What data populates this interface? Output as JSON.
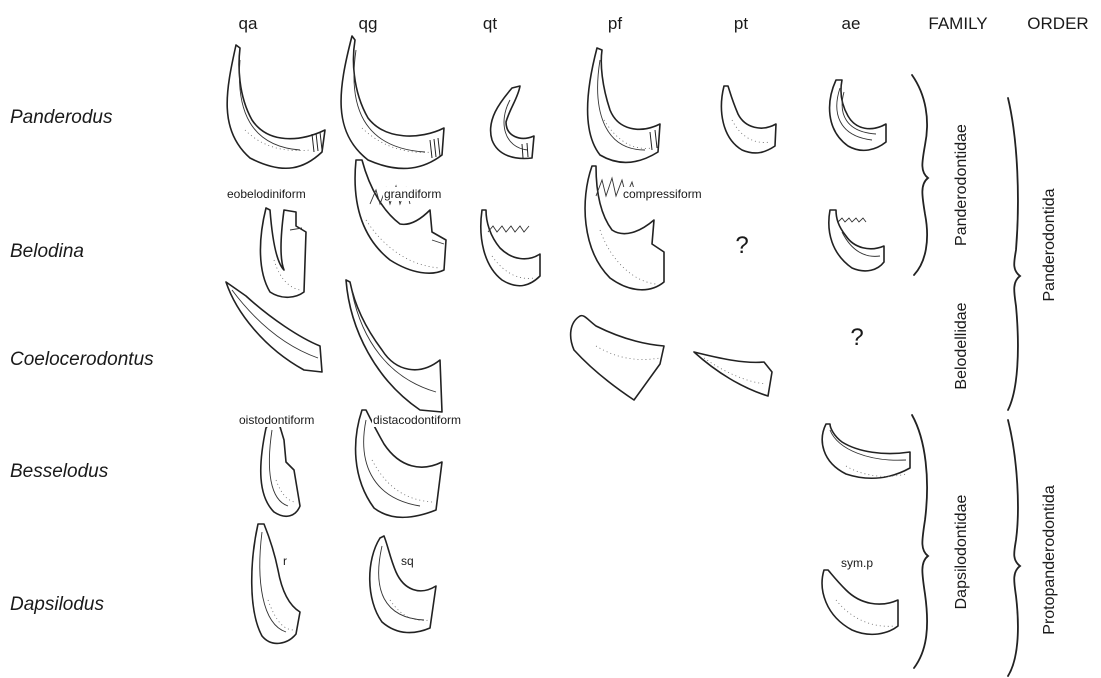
{
  "columns": [
    "qa",
    "qg",
    "qt",
    "pf",
    "pt",
    "ae"
  ],
  "family_header": "FAMILY",
  "order_header": "ORDER",
  "genera": [
    "Panderodus",
    "Belodina",
    "Coelocerodontus",
    "Besselodus",
    "Dapsilodus"
  ],
  "element_labels": {
    "eobelodiniform": "eobelodiniform",
    "grandiform": "grandiform",
    "compressiform": "compressiform",
    "oistodontiform": "oistodontiform",
    "distacodontiform": "distacodontiform",
    "r": "r",
    "sq": "sq",
    "symp": "sym.p"
  },
  "unknown_mark": "?",
  "families": [
    "Panderodontidae",
    "Belodellidae",
    "Dapsilodontidae"
  ],
  "orders": [
    "Panderodontida",
    "Protopanderodontida"
  ]
}
